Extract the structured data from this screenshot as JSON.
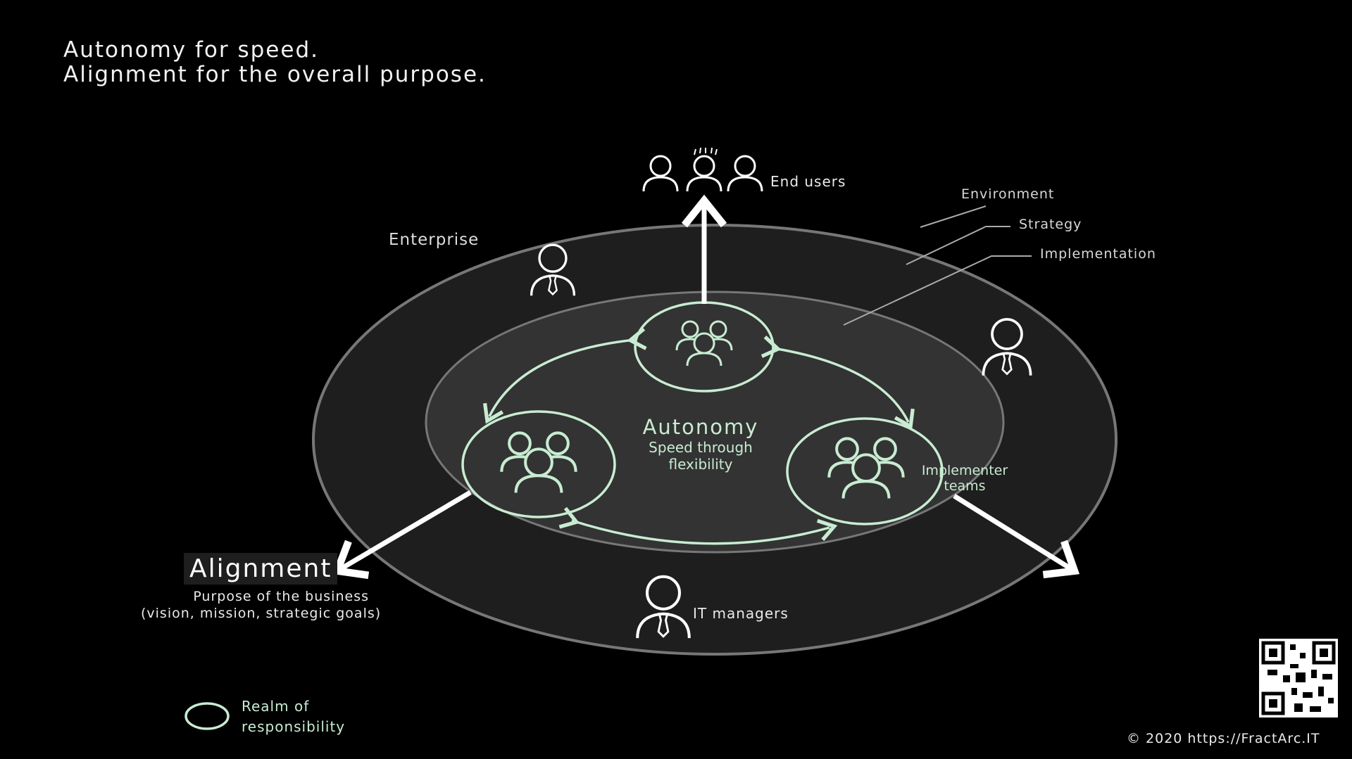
{
  "title": {
    "line1": "Autonomy for speed.",
    "line2": "Alignment for the overall purpose."
  },
  "labels": {
    "end_users": "End users",
    "enterprise": "Enterprise",
    "environment": "Environment",
    "strategy": "Strategy",
    "implementation": "Implementation",
    "autonomy": "Autonomy",
    "autonomy_sub1": "Speed through",
    "autonomy_sub2": "flexibility",
    "implementer1": "Implementer",
    "implementer2": "teams",
    "alignment": "Alignment",
    "alignment_sub1": "Purpose of the business",
    "alignment_sub2": "(vision, mission, strategic goals)",
    "it_managers": "IT managers",
    "legend1": "Realm of",
    "legend2": "responsibility",
    "copyright": "© 2020 https://FractArc.IT"
  },
  "colors": {
    "background": "#000000",
    "outer_ring": "#1e1e1e",
    "inner_ring": "#333333",
    "realm_green": "#c8ecd2",
    "stroke_white": "#ffffff"
  },
  "icons": [
    "team-icon",
    "person-icon",
    "manager-icon",
    "qr-code-icon"
  ]
}
